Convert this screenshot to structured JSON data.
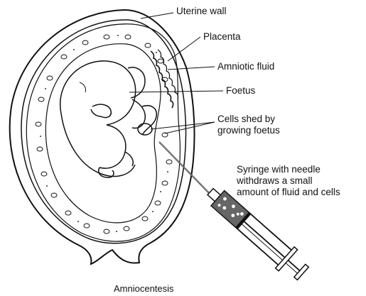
{
  "diagram": {
    "labels": {
      "uterine_wall": "Uterine wall",
      "placenta": "Placenta",
      "amniotic_fluid": "Amniotic fluid",
      "foetus": "Foetus",
      "cells_shed": "Cells shed by\ngrowing foetus",
      "syringe": "Syringe with needle\nwithdraws a small\namount of fluid and cells"
    },
    "caption": "Amniocentesis"
  }
}
